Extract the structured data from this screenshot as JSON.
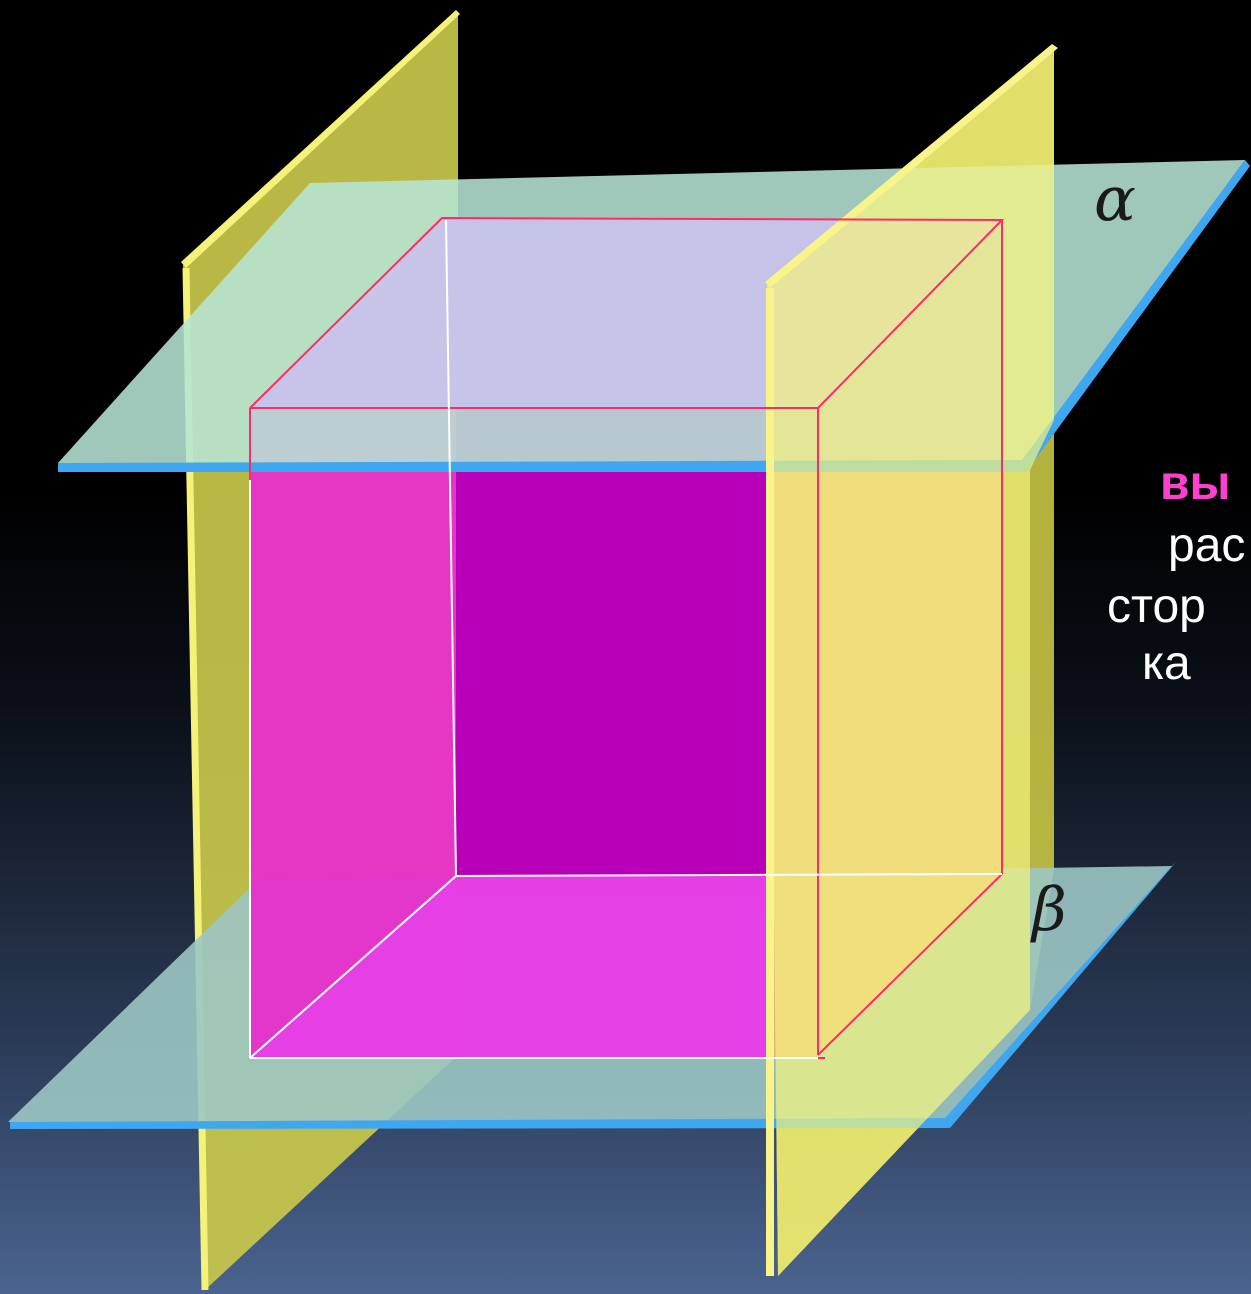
{
  "labels": {
    "alpha": "α",
    "beta": "β"
  },
  "side_text": {
    "line1": "вы",
    "line2": "рас",
    "line3": "стор",
    "line4": "ка"
  },
  "colors": {
    "plane_horizontal_fill": "#a6d9c8",
    "plane_horizontal_edge": "#3fa7f0",
    "plane_vertical_left": "#c9c84a",
    "plane_vertical_right": "#f2f27a",
    "cube_edge": "#ff2a6a",
    "cube_front_face": "#ee2fc9",
    "cube_back_face": "#b800b8",
    "highlight_text": "#ff3fcf",
    "background_top": "#000000",
    "background_bottom": "#4a6490"
  }
}
